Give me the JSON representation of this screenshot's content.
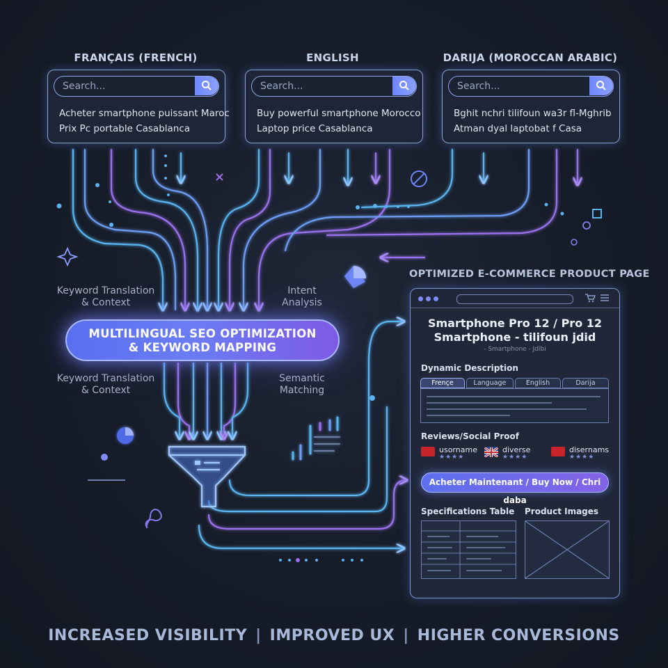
{
  "languages": [
    {
      "title": "FRANÇAIS (FRENCH)",
      "placeholder": "Search...",
      "queries": [
        "Acheter smartphone puissant Maroc",
        "Prix Pc portable Casablanca"
      ]
    },
    {
      "title": "ENGLISH",
      "placeholder": "Search...",
      "queries": [
        "Buy powerful smartphone Morocco",
        "Laptop price Casablanca"
      ]
    },
    {
      "title": "DARIJA (MOROCCAN ARABIC)",
      "placeholder": "Search...",
      "queries": [
        "Bghit nchri tilifoun wa3r fl-Mghrib",
        "Atman dyal laptobat f Casa"
      ]
    }
  ],
  "labels": {
    "keyword_top": [
      "Keyword Translation",
      "& Context"
    ],
    "intent": [
      "Intent",
      "Analysis"
    ],
    "keyword_bottom": [
      "Keyword Translation",
      "& Context"
    ],
    "semantic": [
      "Semantic",
      "Matching"
    ]
  },
  "seo_bar": {
    "line1": "MULTILINGUAL SEO OPTIMIZATION",
    "line2": "& KEYWORD MAPPING"
  },
  "product_page": {
    "section_title": "OPTIMIZED E-COMMERCE PRODUCT PAGE",
    "title_line1": "Smartphone Pro 12 / Pro 12",
    "title_line2": "Smartphone - tilifoun jdid",
    "subtitle": "- Smartphone - Jdibi",
    "dynamic_description": "Dynamic Description",
    "tabs": [
      "Frençe",
      "Language",
      "English",
      "Darija"
    ],
    "reviews_label": "Reviews/Social Proof",
    "reviews": [
      {
        "name": "usorname",
        "stars": "★★★★",
        "flag_color": "#c8242b"
      },
      {
        "name": "diverse",
        "stars": "★★★★",
        "flag_color": "#2b3f8f"
      },
      {
        "name": "disernams",
        "stars": "★★★★",
        "flag_color": "#c8242b"
      }
    ],
    "cta": "Acheter Maintenant / Buy Now / Chri daba",
    "specs_label": "Specifications Table",
    "images_label": "Product Images"
  },
  "footer": [
    "INCREASED VISIBILITY",
    "IMPROVED UX",
    "HIGHER CONVERSIONS"
  ],
  "colors": {
    "accent_blue": "#6f86ff",
    "accent_purple": "#8a63e6",
    "flow_blue": "#5ab4f0",
    "flow_purple": "#9a72ee"
  }
}
